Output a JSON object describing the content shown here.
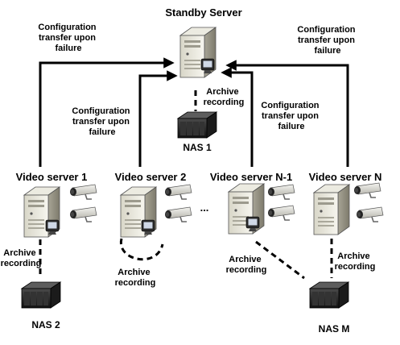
{
  "nodes": {
    "standby_server": "Standby Server",
    "video_server_1": "Video server 1",
    "video_server_2": "Video server 2",
    "video_server_n1": "Video server N-1",
    "video_server_n": "Video server N",
    "ellipsis": "...",
    "nas_1": "NAS 1",
    "nas_2": "NAS 2",
    "nas_m": "NAS M"
  },
  "labels": {
    "config_left": [
      "Configuration",
      "transfer upon",
      "failure"
    ],
    "config_right": [
      "Configuration",
      "transfer upon",
      "failure"
    ],
    "config_mid_left": [
      "Configuration",
      "transfer upon",
      "failure"
    ],
    "config_mid_right": [
      "Configuration",
      "transfer upon",
      "failure"
    ],
    "archive_standby": [
      "Archive",
      "recording"
    ],
    "archive_vs1": [
      "Archive",
      "recording"
    ],
    "archive_vs2": [
      "Archive",
      "recording"
    ],
    "archive_vsn1": [
      "Archive",
      "recording"
    ],
    "archive_vsn": [
      "Archive",
      "recording"
    ]
  },
  "icons": {
    "server": "server-icon",
    "camera": "camera-icon",
    "nas": "nas-icon",
    "monitor": "monitor-icon"
  }
}
